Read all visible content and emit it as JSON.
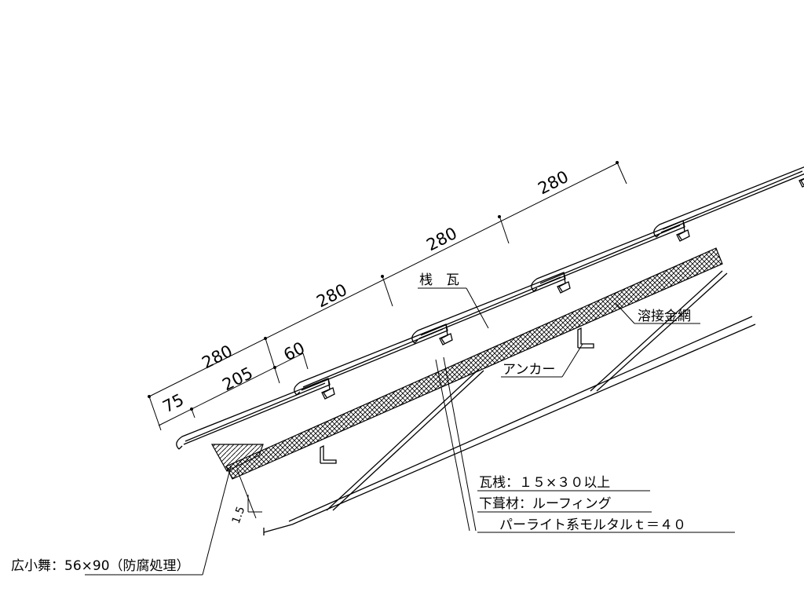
{
  "dimensions": {
    "d1": "280",
    "d2": "280",
    "d3": "280",
    "d4": "280",
    "d5": "75",
    "d6": "205",
    "d7": "60"
  },
  "slope_mark": "1.5",
  "labels": {
    "sangawara": "桟　瓦",
    "yousetsu": "溶接金網",
    "anchor": "アンカー",
    "kawarasan": "瓦桟：１５×３０以上",
    "shitabuki": "下葺材：ルーフィング",
    "perlite": "パーライト系モルタルｔ＝４０",
    "hirokomai": "広小舞：56×90（防腐処理）"
  }
}
